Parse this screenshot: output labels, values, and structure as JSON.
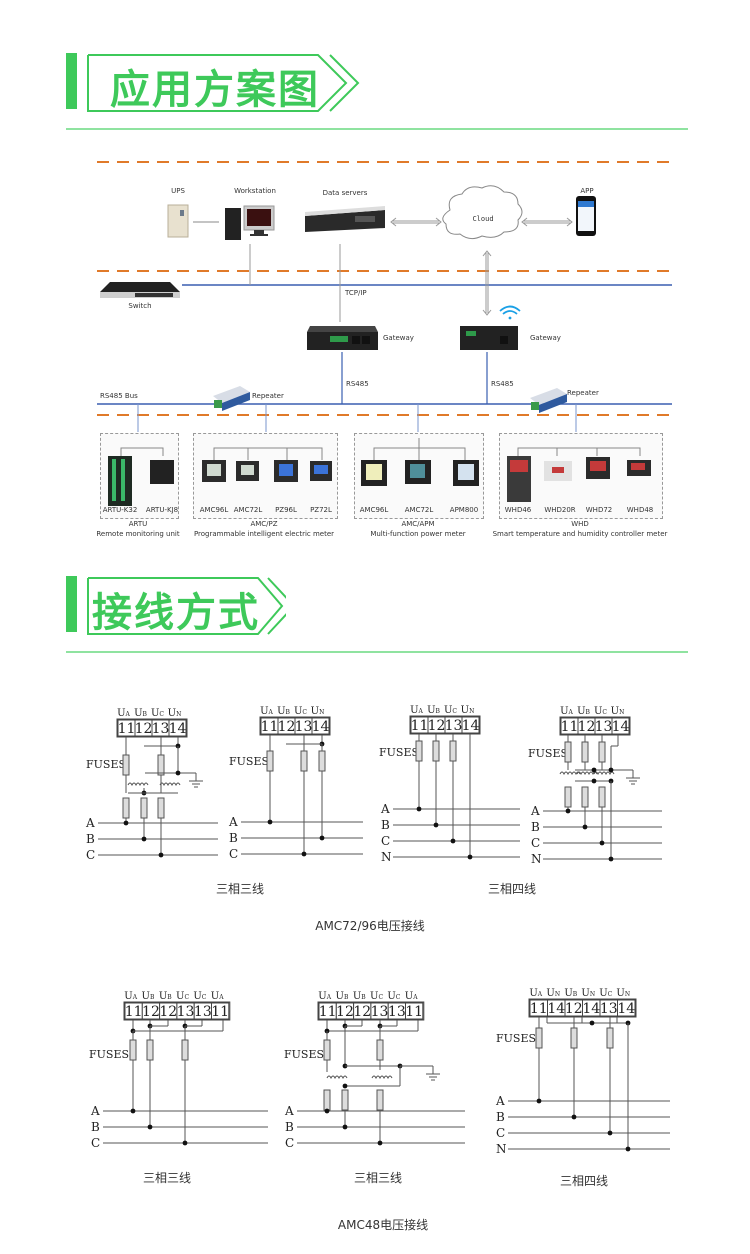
{
  "sections": {
    "application": {
      "title": "应用方案图"
    },
    "wiring": {
      "title": "接线方式"
    }
  },
  "colors": {
    "accent": "#3ec95a",
    "rule": "#8fe3a0",
    "dash": "#e07a2a",
    "bus": "#3a5fb0"
  },
  "topology": {
    "ups": "UPS",
    "workstation": "Workstation",
    "data_servers": "Data servers",
    "cloud": "Cloud",
    "app": "APP",
    "switch": "Switch",
    "tcpip": "TCP/IP",
    "gateway1": "Gateway",
    "gateway2": "Gateway",
    "rs485_1": "RS485",
    "rs485_2": "RS485",
    "rs485_bus": "RS485 Bus",
    "repeater1": "Repeater",
    "repeater2": "Repeater"
  },
  "groups": [
    {
      "name": "ARTU",
      "desc": "Remote monitoring unit",
      "devices": [
        "ARTU-K32",
        "ARTU-KJ8"
      ]
    },
    {
      "name": "AMC/PZ",
      "desc": "Programmable intelligent electric meter",
      "devices": [
        "AMC96L",
        "AMC72L",
        "PZ96L",
        "PZ72L"
      ]
    },
    {
      "name": "AMC/APM",
      "desc": "Multi-function power meter",
      "devices": [
        "AMC96L",
        "AMC72L",
        "APM800"
      ]
    },
    {
      "name": "WHD",
      "desc": "Smart temperature and humidity controller meter",
      "devices": [
        "WHD46",
        "WHD20R",
        "WHD72",
        "WHD48"
      ]
    }
  ],
  "wiring": {
    "fuses": "FUSES",
    "phases3": [
      "A",
      "B",
      "C"
    ],
    "phases4": [
      "A",
      "B",
      "C",
      "N"
    ],
    "amc72_96": {
      "caption": "AMC72/96电压接线",
      "terminals_labels": [
        "UA",
        "UB",
        "UC",
        "UN"
      ],
      "terminals": [
        "11",
        "12",
        "13",
        "14"
      ],
      "sub_captions": [
        "三相三线",
        "三相四线"
      ]
    },
    "amc48": {
      "caption": "AMC48电压接线",
      "terminals_3w_labels": [
        "UA",
        "UB",
        "UB",
        "UC",
        "UC",
        "UA"
      ],
      "terminals_3w": [
        "11",
        "12",
        "12",
        "13",
        "13",
        "11"
      ],
      "terminals_4w_labels": [
        "UA",
        "UN",
        "UB",
        "UN",
        "UC",
        "UN"
      ],
      "terminals_4w": [
        "11",
        "14",
        "12",
        "14",
        "13",
        "14"
      ],
      "sub_captions": [
        "三相三线",
        "三相三线",
        "三相四线"
      ]
    }
  }
}
